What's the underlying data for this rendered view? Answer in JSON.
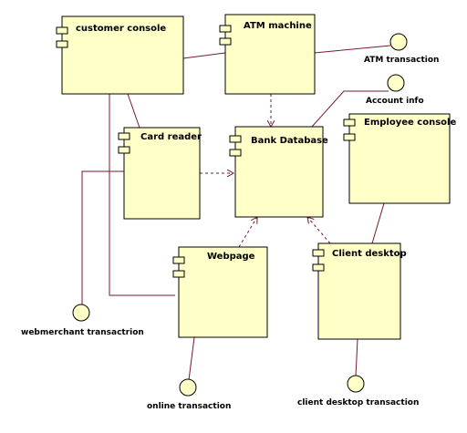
{
  "colors": {
    "component_fill": "#ffffc8",
    "connector": "#7a1a2a",
    "outline": "#000000"
  },
  "components": {
    "customer_console": "customer console",
    "atm_machine": "ATM machine",
    "card_reader": "Card reader",
    "bank_database": "Bank Database",
    "employee_console": "Employee console",
    "webpage": "Webpage",
    "client_desktop": "Client desktop"
  },
  "interfaces": {
    "atm_transaction": "ATM transaction",
    "account_info": "Account info",
    "webmerchant_transaction": "webmerchant transactrion",
    "online_transaction": "online transaction",
    "client_desktop_transaction": "client desktop transaction"
  },
  "relations": [
    {
      "from": "customer console",
      "to": "ATM machine",
      "kind": "association"
    },
    {
      "from": "customer console",
      "to": "Card reader",
      "kind": "association"
    },
    {
      "from": "customer console",
      "to": "Webpage",
      "kind": "association"
    },
    {
      "from": "ATM machine",
      "to": "ATM transaction",
      "kind": "interface"
    },
    {
      "from": "ATM machine",
      "to": "Bank Database",
      "kind": "dependency"
    },
    {
      "from": "Card reader",
      "to": "Bank Database",
      "kind": "dependency"
    },
    {
      "from": "Bank Database",
      "to": "Account info",
      "kind": "interface"
    },
    {
      "from": "Card reader",
      "to": "webmerchant transactrion",
      "kind": "interface"
    },
    {
      "from": "Webpage",
      "to": "Bank Database",
      "kind": "dependency"
    },
    {
      "from": "Client desktop",
      "to": "Bank Database",
      "kind": "dependency"
    },
    {
      "from": "Employee console",
      "to": "Client desktop",
      "kind": "association"
    },
    {
      "from": "Webpage",
      "to": "online transaction",
      "kind": "interface"
    },
    {
      "from": "Client desktop",
      "to": "client desktop transaction",
      "kind": "interface"
    }
  ]
}
